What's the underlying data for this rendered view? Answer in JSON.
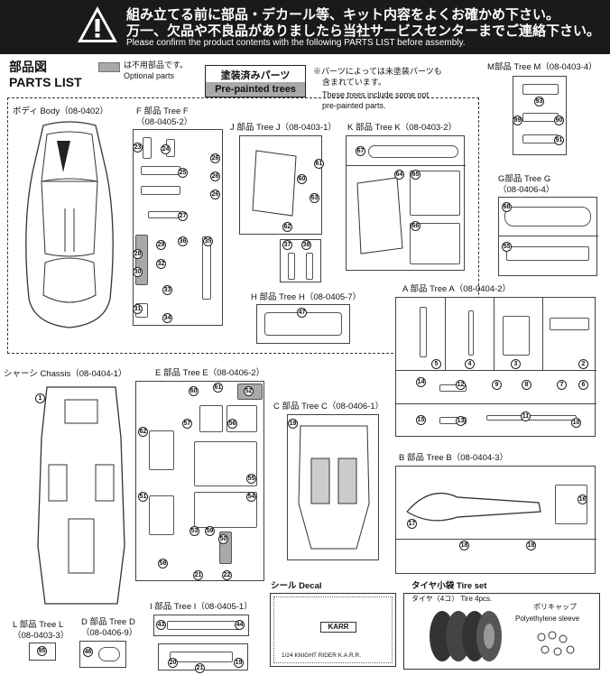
{
  "banner": {
    "line1": "組み立てる前に部品・デカール等、キット内容をよくお確かめ下さい。",
    "line2": "万一、欠品や不良品がありましたら当社サービスセンターまでご連絡下さい。",
    "line3": "Please confirm the product contents with the following PARTS LIST before assembly."
  },
  "header": {
    "title_jp": "部品図",
    "title_en": "PARTS LIST",
    "optional_jp": "は不用部品です。",
    "optional_en": "Optional parts"
  },
  "prepainted": {
    "label_jp": "塗装済みパーツ",
    "label_en": "Pre-painted trees",
    "note_jp_1": "※パーツによっては未塗装パーツも",
    "note_jp_2": "含まれています。",
    "note_en_1": "These trees include some not",
    "note_en_2": "pre-painted parts."
  },
  "trees": {
    "body": "ボディ Body（08-0402）",
    "f_jp": "F 部品 Tree F",
    "f_code": "（08-0405-2）",
    "j": "J 部品 Tree J（08-0403-1）",
    "k": "K 部品 Tree K（08-0403-2）",
    "m_title": "M部品 Tree M（08-0403-4）",
    "g_title": "G部品 Tree G",
    "g_code": "（08-0406-4）",
    "h": "H 部品 Tree H（08-0405-7）",
    "a": "A 部品 Tree A（08-0404-2）",
    "chassis": "シャーシ Chassis（08-0404-1）",
    "e": "E 部品 Tree E（08-0406-2）",
    "c": "C 部品 Tree C（08-0406-1）",
    "b": "B 部品 Tree B（08-0404-3）",
    "l_title": "L 部品 Tree L",
    "l_code": "（08-0403-3）",
    "d_title": "D 部品 Tree D",
    "d_code": "（08-0406-9）",
    "i": "I 部品 Tree I（08-0405-1）",
    "decal": "シール Decal",
    "tire": "タイヤ小袋 Tire set"
  },
  "tire_set": {
    "tire_label": "タイヤ（4コ） Tire 4pcs.",
    "poly_jp": "ポリキャップ",
    "poly_en": "Polyethylene sleeve"
  },
  "decal": {
    "plate": "KARR",
    "footer": "1/24   KNIGHT RIDER K.A.R.R."
  },
  "part_numbers": {
    "f": [
      "23",
      "24",
      "25",
      "26",
      "26",
      "26",
      "27",
      "28",
      "29",
      "30",
      "31",
      "32",
      "33",
      "34",
      "35",
      "36"
    ],
    "j": [
      "61",
      "62",
      "63",
      "60"
    ],
    "k": [
      "67",
      "64",
      "65",
      "66"
    ],
    "m": [
      "93",
      "89",
      "90",
      "91"
    ],
    "g": [
      "68",
      "55"
    ],
    "h": [
      "47"
    ],
    "jmisc": [
      "37",
      "38"
    ],
    "a": [
      "5",
      "4",
      "3",
      "2",
      "14",
      "12",
      "9",
      "8",
      "7",
      "6",
      "15",
      "13",
      "11",
      "10"
    ],
    "chassis": [
      "1"
    ],
    "e": [
      "60",
      "61",
      "62",
      "57",
      "56",
      "52",
      "55",
      "51",
      "54",
      "53",
      "58",
      "59",
      "50",
      "21",
      "22"
    ],
    "c": [
      "19"
    ],
    "b": [
      "17",
      "16",
      "18",
      "18"
    ],
    "l": [
      "95"
    ],
    "d": [
      "46"
    ],
    "i": [
      "43",
      "44",
      "20",
      "21",
      "19"
    ]
  },
  "colors": {
    "optional_gray": "#a9a9a9",
    "banner": "#1a1a1a"
  }
}
